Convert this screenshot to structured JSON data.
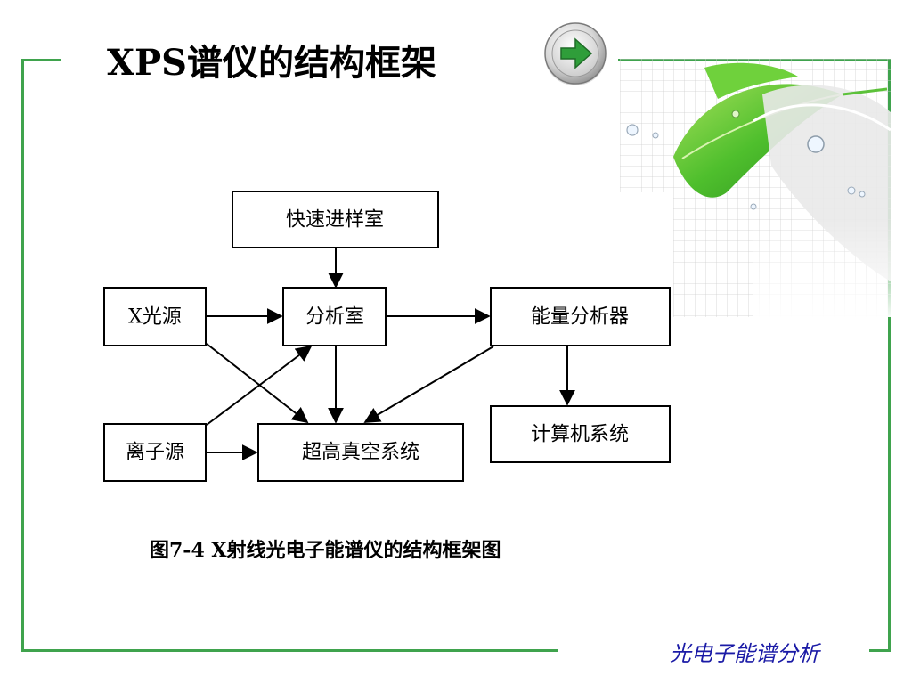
{
  "slide": {
    "title": "XPS谱仪的结构框架",
    "caption": "图7-4  X射线光电子能谱仪的结构框架图",
    "footer": "光电子能谱分析",
    "next_button": {
      "icon": "right-arrow-icon"
    }
  },
  "colors": {
    "frame": "#3fa34d",
    "footer_text": "#1a1aa6",
    "button_arrow": "#2f9e3a"
  },
  "diagram": {
    "nodes": {
      "fast_entry": "快速进样室",
      "xray_source": "X光源",
      "analysis_chamber": "分析室",
      "energy_analyzer": "能量分析器",
      "ion_source": "离子源",
      "uhv_system": "超高真空系统",
      "computer_system": "计算机系统"
    },
    "edges": [
      [
        "fast_entry",
        "analysis_chamber"
      ],
      [
        "xray_source",
        "analysis_chamber"
      ],
      [
        "analysis_chamber",
        "energy_analyzer"
      ],
      [
        "energy_analyzer",
        "computer_system"
      ],
      [
        "xray_source",
        "uhv_system"
      ],
      [
        "ion_source",
        "analysis_chamber"
      ],
      [
        "ion_source",
        "uhv_system"
      ],
      [
        "analysis_chamber",
        "uhv_system"
      ],
      [
        "energy_analyzer",
        "uhv_system"
      ]
    ]
  }
}
